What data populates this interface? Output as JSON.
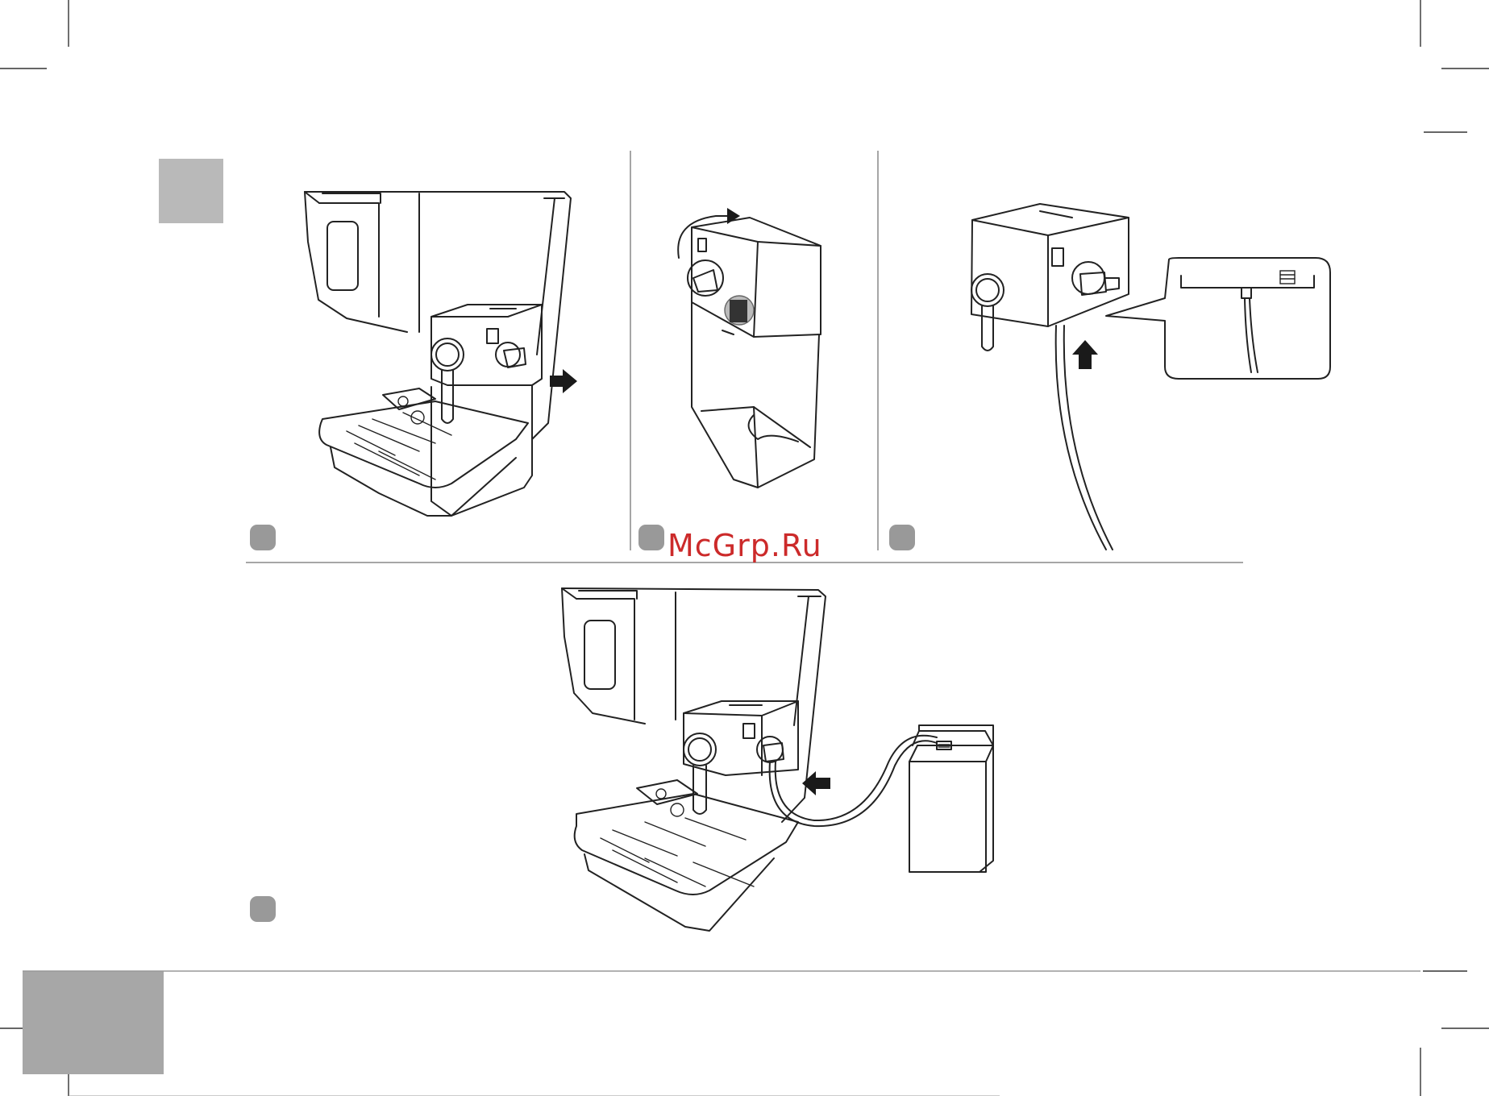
{
  "watermark": {
    "text": "McGrp.Ru",
    "color": "#cc2a2a"
  },
  "colors": {
    "tab_gray": "#b9b9b9",
    "badge_gray": "#999999",
    "line": "#222222",
    "divider": "#888888"
  },
  "panels": [
    {
      "id": "step-a",
      "icon": "coffee-machine-remove-dispenser"
    },
    {
      "id": "step-b",
      "icon": "milk-dispenser-rotate"
    },
    {
      "id": "step-c",
      "icon": "milk-tube-insert"
    },
    {
      "id": "step-d",
      "icon": "coffee-machine-connect-milk-carton"
    }
  ]
}
